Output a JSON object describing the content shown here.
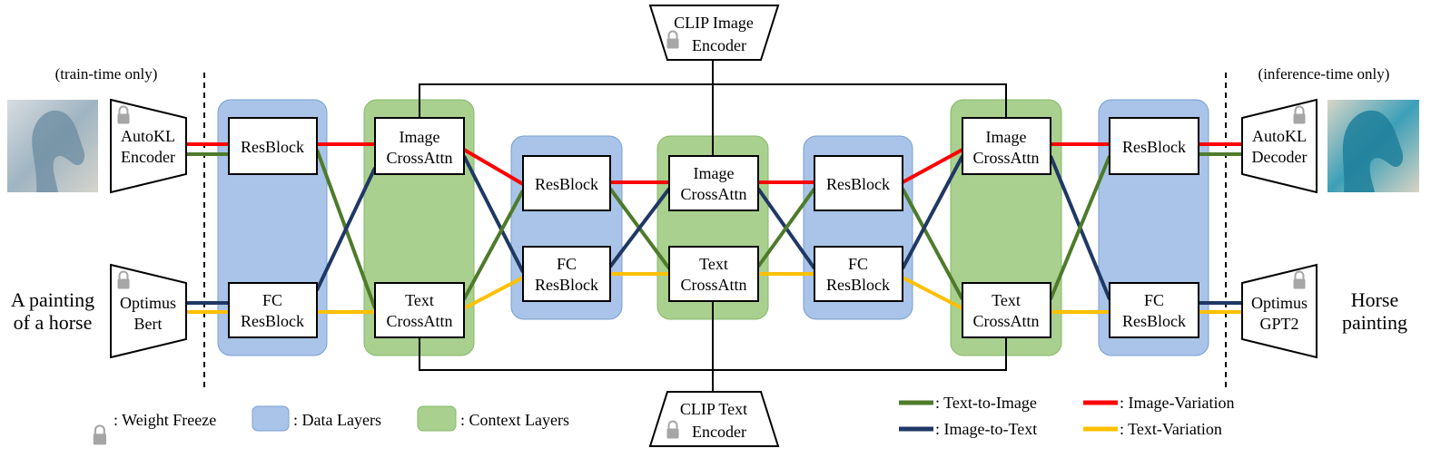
{
  "annotations": {
    "train_time": "(train-time only)",
    "inference_time": "(inference-time only)"
  },
  "clip_image": {
    "line1": "CLIP Image",
    "line2": "Encoder"
  },
  "clip_text": {
    "line1": "CLIP Text",
    "line2": "Encoder"
  },
  "encoders": {
    "autokl_encoder": [
      "AutoKL",
      "Encoder"
    ],
    "optimus_bert": [
      "Optimus",
      "Bert"
    ],
    "autokl_decoder": [
      "AutoKL",
      "Decoder"
    ],
    "optimus_gpt2": [
      "Optimus",
      "GPT2"
    ]
  },
  "inputs": {
    "text_input": [
      "A painting",
      "of a horse"
    ],
    "text_output": [
      "Horse",
      "painting"
    ]
  },
  "blocks": {
    "resblock": "ResBlock",
    "fc_resblock": [
      "FC",
      "ResBlock"
    ],
    "image_crossattn": [
      "Image",
      "CrossAttn"
    ],
    "text_crossattn": [
      "Text",
      "CrossAttn"
    ]
  },
  "legend": {
    "weight_freeze": ": Weight Freeze",
    "data_layers": ": Data Layers",
    "context_layers": ": Context Layers",
    "text_to_image": ": Text-to-Image",
    "image_to_text": ": Image-to-Text",
    "image_variation": ": Image-Variation",
    "text_variation": ": Text-Variation"
  },
  "colors": {
    "text_to_image": "#4e7b2b",
    "image_to_text": "#1f3864",
    "image_variation": "#ff0000",
    "text_variation": "#ffc000",
    "data_fill": "#a9c4e8",
    "data_stroke": "#7a9fd0",
    "context_fill": "#a9d08e",
    "context_stroke": "#86b86a",
    "lock": "#a6a6a6"
  }
}
